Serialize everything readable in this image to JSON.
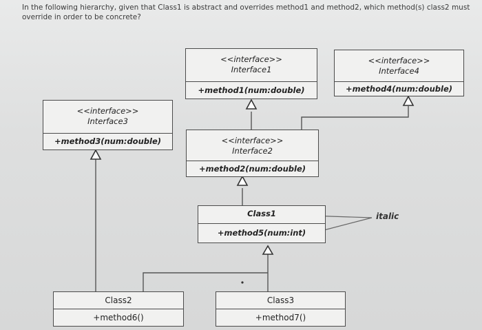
{
  "question": {
    "text": "In the following hierarchy, given that Class1 is abstract and overrides method1 and method2, which method(s) class2 must override in order to be concrete?"
  },
  "diagram": {
    "interface1": {
      "stereotype": "<<interface>>",
      "name": "Interface1",
      "method": "+method1(num:double)"
    },
    "interface4": {
      "stereotype": "<<interface>>",
      "name": "Interface4",
      "method": "+method4(num:double)"
    },
    "interface3": {
      "stereotype": "<<interface>>",
      "name": "Interface3",
      "method": "+method3(num:double)"
    },
    "interface2": {
      "stereotype": "<<interface>>",
      "name": "Interface2",
      "method": "+method2(num:double)"
    },
    "class1": {
      "name": "Class1",
      "method": "+method5(num:int)"
    },
    "class2": {
      "name": "Class2",
      "method": "+method6()"
    },
    "class3": {
      "name": "Class3",
      "method": "+method7()"
    },
    "note": "italic"
  }
}
